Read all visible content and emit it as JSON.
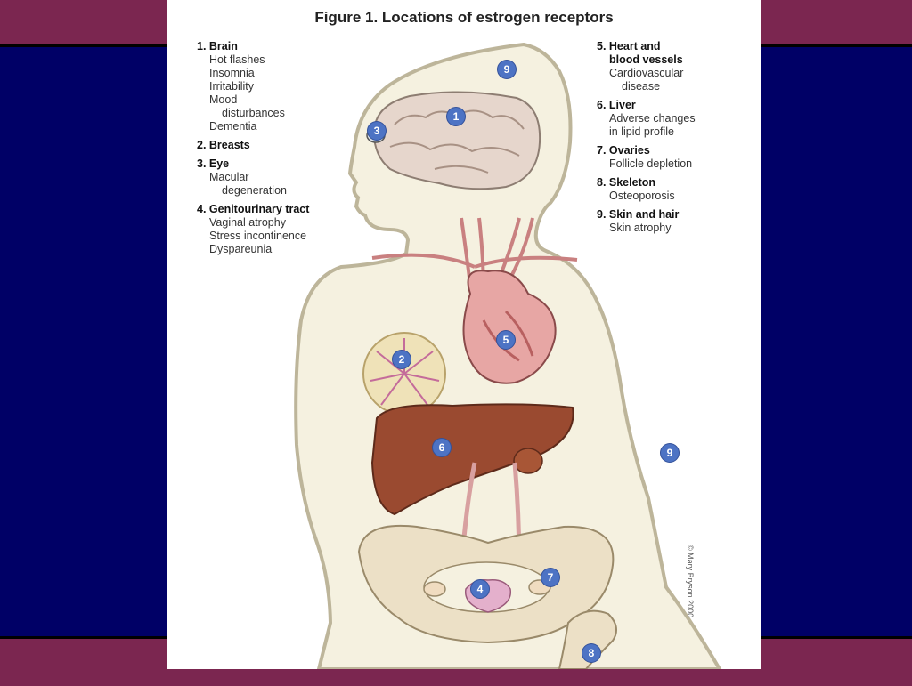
{
  "figure": {
    "title": "Figure 1. Locations of estrogen receptors",
    "credit": "© Mary Bryson 2000"
  },
  "legend_left": [
    {
      "heading": "1. Brain",
      "items": [
        "Hot flashes",
        "Insomnia",
        "Irritability",
        "Mood",
        "disturbances",
        "Dementia"
      ]
    },
    {
      "heading": "2. Breasts",
      "items": []
    },
    {
      "heading": "3. Eye",
      "items": [
        "Macular",
        "degeneration"
      ]
    },
    {
      "heading": "4. Genitourinary tract",
      "items": [
        "Vaginal atrophy",
        "Stress incontinence",
        "Dyspareunia"
      ]
    }
  ],
  "legend_right": [
    {
      "heading": "5. Heart and",
      "heading2": "blood vessels",
      "items": [
        "Cardiovascular",
        "disease"
      ]
    },
    {
      "heading": "6. Liver",
      "items": [
        "Adverse changes",
        "in lipid profile"
      ]
    },
    {
      "heading": "7. Ovaries",
      "items": [
        "Follicle depletion"
      ]
    },
    {
      "heading": "8. Skeleton",
      "items": [
        "Osteoporosis"
      ]
    },
    {
      "heading": "9. Skin and hair",
      "items": [
        "Skin atrophy"
      ]
    }
  ],
  "markers": [
    "9",
    "1",
    "3",
    "2",
    "5",
    "6",
    "9",
    "7",
    "4",
    "8"
  ],
  "colors": {
    "band": "#7b2650",
    "background": "#000066",
    "marker": "#4d73c4",
    "body": "#f5f1e0",
    "liver": "#9a4a30",
    "brain": "#e6d6cc"
  }
}
